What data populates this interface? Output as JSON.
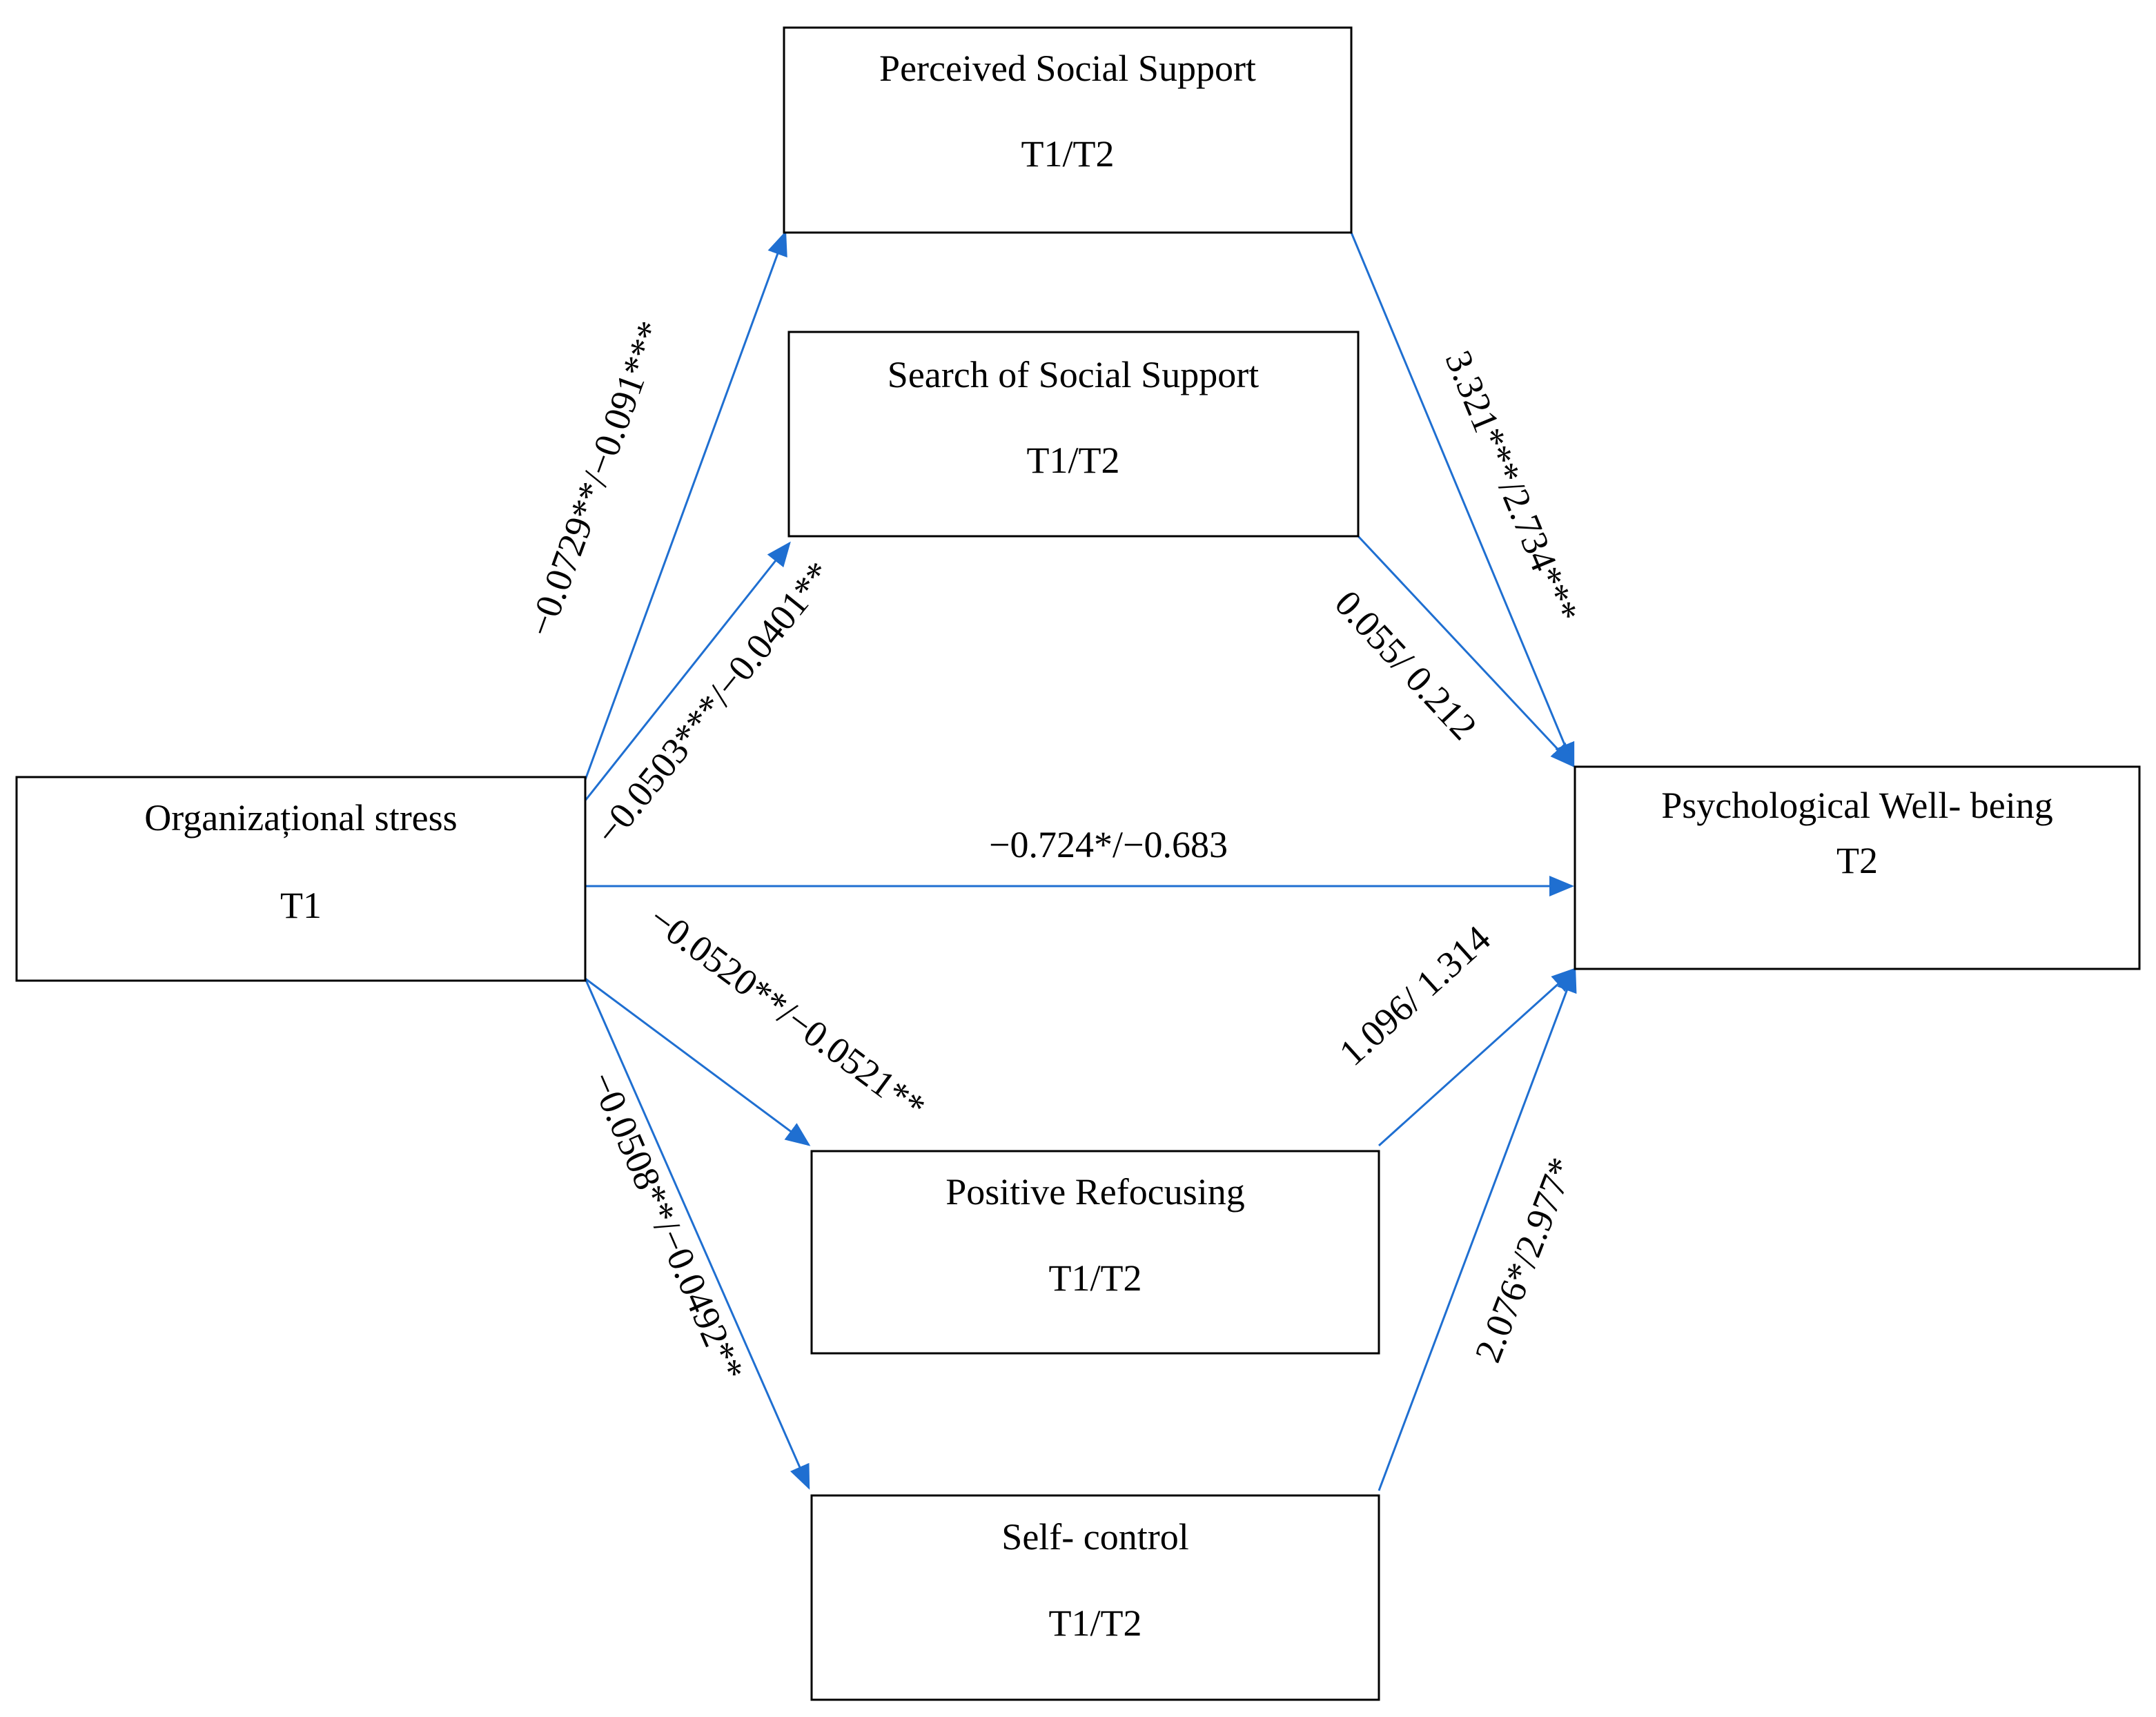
{
  "colors": {
    "arrow": "#1f6fd1",
    "box_border": "#000000",
    "text": "#000000",
    "background": "#ffffff"
  },
  "nodes": {
    "perceived_social_support": {
      "title": "Perceived Social Support",
      "sub": "T1/T2"
    },
    "search_social_support": {
      "title": "Search of Social Support",
      "sub": "T1/T2"
    },
    "organizational_stress": {
      "title": "Organizațional stress",
      "sub": "T1"
    },
    "psychological_well_being": {
      "title": "Psychological Well- being",
      "sub": "T2"
    },
    "positive_refocusing": {
      "title": "Positive Refocusing",
      "sub": "T1/T2"
    },
    "self_control": {
      "title": "Self- control",
      "sub": "T1/T2"
    }
  },
  "edges": {
    "stress_to_perceived": {
      "from": "organizational_stress",
      "to": "perceived_social_support",
      "label": "−0.0729**/−0.091***"
    },
    "stress_to_search": {
      "from": "organizational_stress",
      "to": "search_social_support",
      "label": "−0.0503***/−0.0401**"
    },
    "stress_to_wellbeing": {
      "from": "organizational_stress",
      "to": "psychological_well_being",
      "label": "−0.724*/−0.683"
    },
    "stress_to_refocusing": {
      "from": "organizational_stress",
      "to": "positive_refocusing",
      "label": "−0.0520**/−0.0521**"
    },
    "stress_to_selfcontrol": {
      "from": "organizational_stress",
      "to": "self_control",
      "label": "−0.0508**/−0.0492**"
    },
    "perceived_to_wellbeing": {
      "from": "perceived_social_support",
      "to": "psychological_well_being",
      "label": "3.321***/2.734***"
    },
    "search_to_wellbeing": {
      "from": "search_social_support",
      "to": "psychological_well_being",
      "label": "0.055/ 0.212"
    },
    "refocusing_to_wellbeing": {
      "from": "positive_refocusing",
      "to": "psychological_well_being",
      "label": "1.096/ 1.314"
    },
    "selfcontrol_to_wellbeing": {
      "from": "self_control",
      "to": "psychological_well_being",
      "label": "2.076*/2.977*"
    }
  }
}
